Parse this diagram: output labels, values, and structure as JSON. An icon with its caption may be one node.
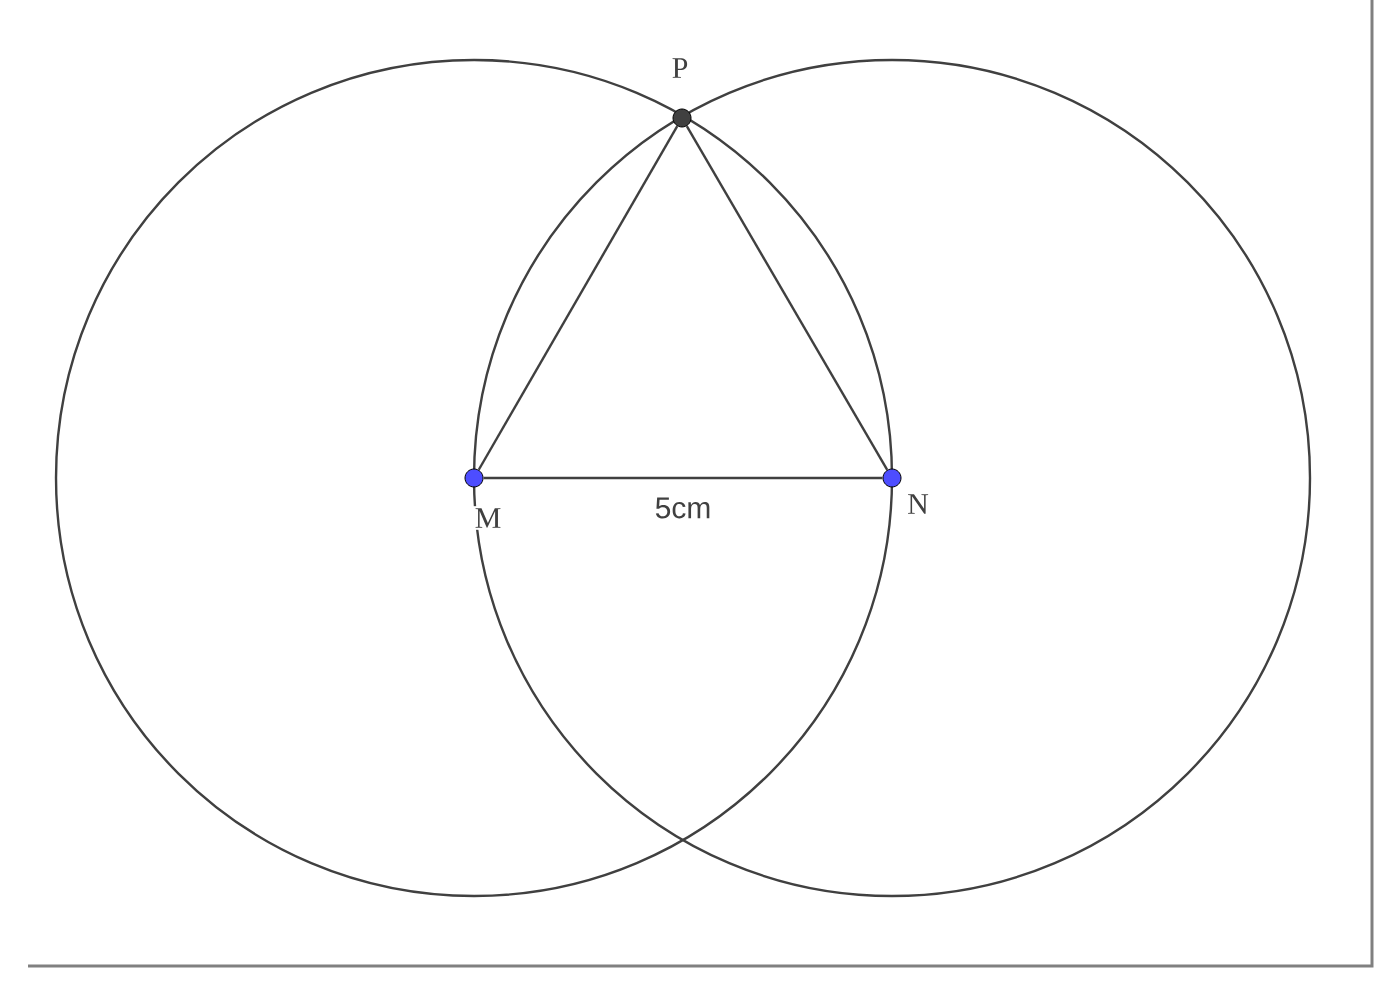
{
  "diagram": {
    "nodes": [
      {
        "text": [],
        "shape": "circle",
        "beside": [
          "P"
        ]
      },
      {
        "text": [],
        "shape": "circle",
        "beside": [
          "M"
        ]
      },
      {
        "text": [],
        "shape": "circle",
        "beside": [
          "N"
        ]
      }
    ],
    "edges": [
      {
        "from": 1,
        "to": 2,
        "arrow": "none",
        "label": "5cm"
      },
      {
        "from": 1,
        "to": 0,
        "arrow": "none"
      },
      {
        "from": 2,
        "to": 0,
        "arrow": "none"
      }
    ]
  }
}
